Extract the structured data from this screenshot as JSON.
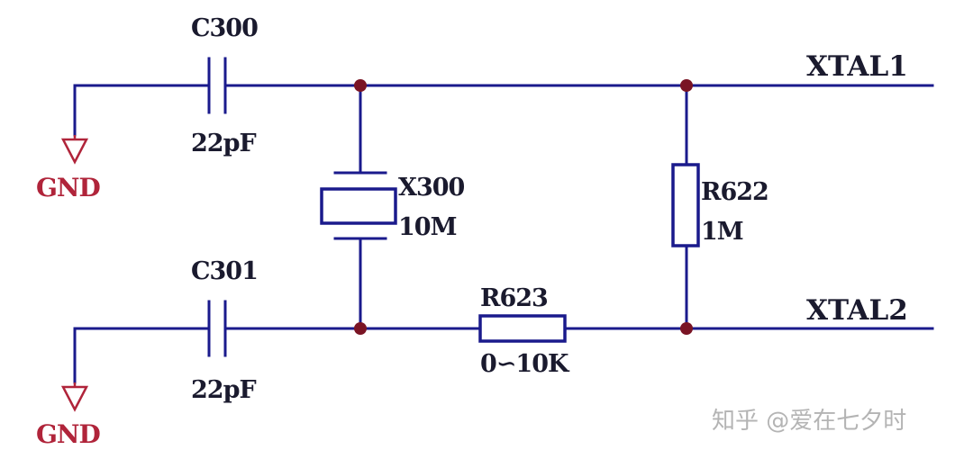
{
  "nets": {
    "top": "XTAL1",
    "bottom": "XTAL2"
  },
  "components": {
    "c300": {
      "ref": "C300",
      "value": "22pF"
    },
    "c301": {
      "ref": "C301",
      "value": "22pF"
    },
    "x300": {
      "ref": "X300",
      "value": "10M"
    },
    "r622": {
      "ref": "R622",
      "value": "1M"
    },
    "r623": {
      "ref": "R623",
      "value": "0∽10K"
    }
  },
  "ground": {
    "top": "GND",
    "bottom": "GND"
  },
  "watermark": "知乎 @爱在七夕时",
  "colors": {
    "wire": "#1a1a8c",
    "ground": "#b0243a",
    "junction": "#7a1424",
    "text": "#1a1a2e"
  }
}
